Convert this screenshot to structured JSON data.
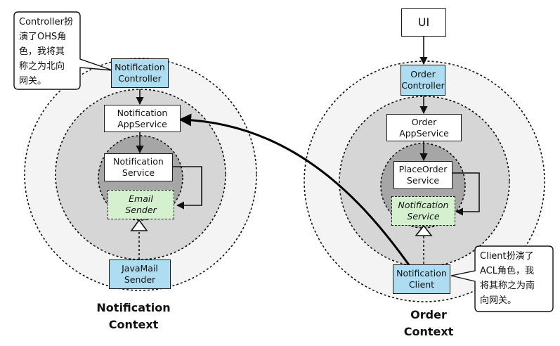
{
  "ui": {
    "label": "UI"
  },
  "notification_context": {
    "controller": {
      "line1": "Notification",
      "line2": "Controller"
    },
    "app_service": {
      "line1": "Notification",
      "line2": "AppService"
    },
    "domain_service": {
      "line1": "Notification",
      "line2": "Service"
    },
    "email_sender": {
      "line1": "Email",
      "line2": "Sender"
    },
    "javamail_sender": {
      "line1": "JavaMail",
      "line2": "Sender"
    },
    "caption": {
      "line1": "Notification",
      "line2": "Context"
    }
  },
  "order_context": {
    "controller": {
      "line1": "Order",
      "line2": "Controller"
    },
    "app_service": {
      "line1": "Order",
      "line2": "AppService"
    },
    "place_order_service": {
      "line1": "PlaceOrder",
      "line2": "Service"
    },
    "notification_service": {
      "line1": "Notification",
      "line2": "Service"
    },
    "notification_client": {
      "line1": "Notification",
      "line2": "Client"
    },
    "caption": {
      "line1": "Order",
      "line2": "Context"
    }
  },
  "callouts": {
    "left": "Controller扮\n演了OHS角\n色，我将其\n称之为北向\n网关。",
    "right": "Client扮演了\nACL角色，我\n将其称之为南\n向网关。"
  }
}
